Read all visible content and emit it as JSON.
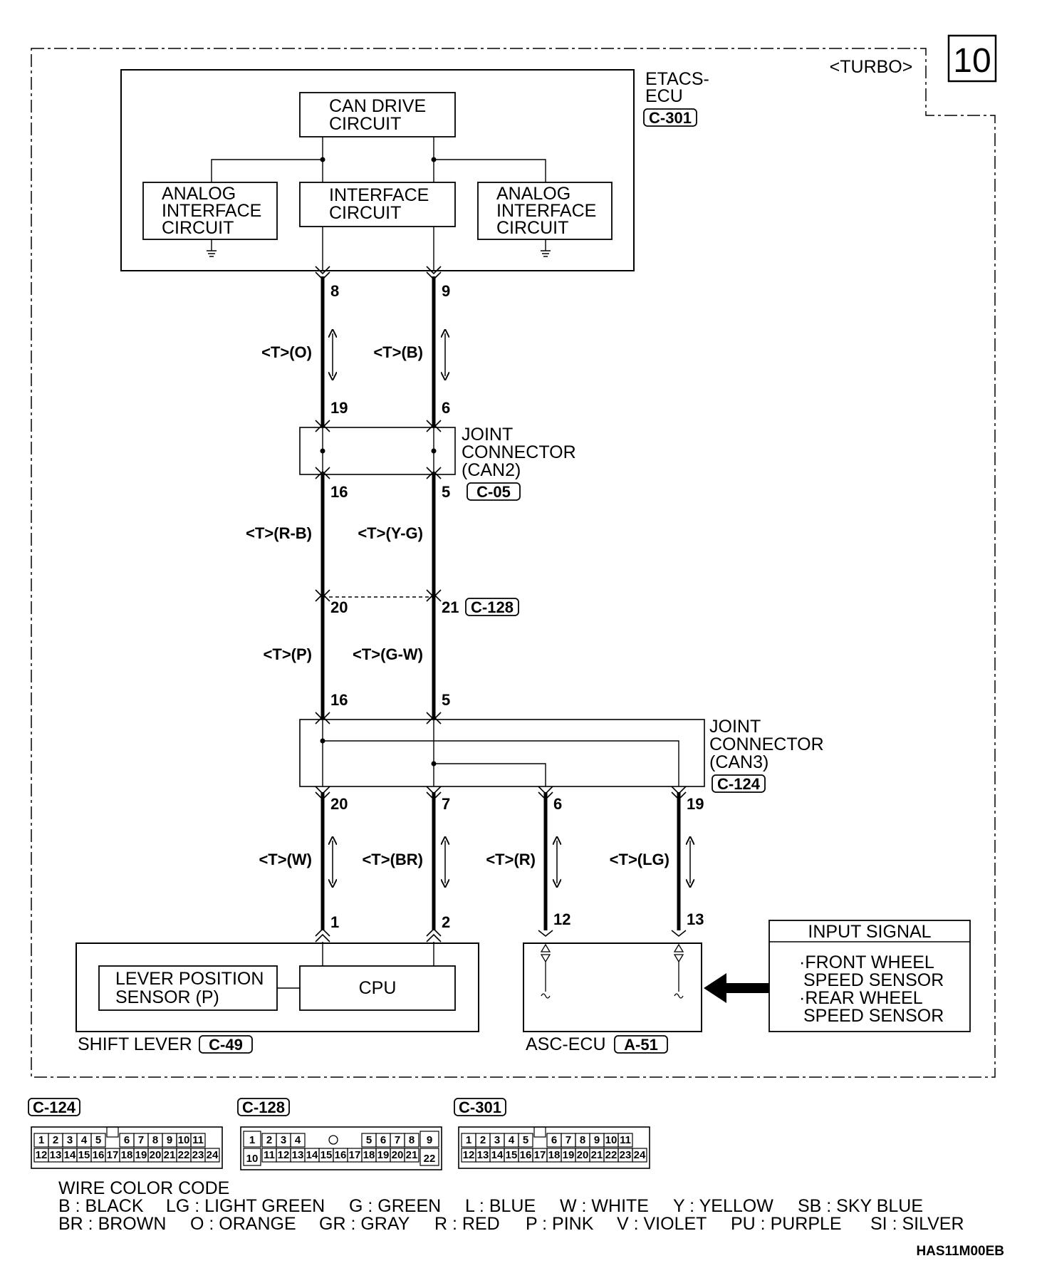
{
  "page_number": "10",
  "variant": "<TURBO>",
  "etacs": {
    "name_line1": "ETACS-",
    "name_line2": "ECU",
    "connector": "C-301",
    "can_drive": [
      "CAN DRIVE",
      "CIRCUIT"
    ],
    "interface": [
      "INTERFACE",
      "CIRCUIT"
    ],
    "analog_left": [
      "ANALOG",
      "INTERFACE",
      "CIRCUIT"
    ],
    "analog_right": [
      "ANALOG",
      "INTERFACE",
      "CIRCUIT"
    ]
  },
  "joint_can2": {
    "lines": [
      "JOINT",
      "CONNECTOR",
      "(CAN2)"
    ],
    "connector": "C-05"
  },
  "joint_can3": {
    "lines": [
      "JOINT",
      "CONNECTOR",
      "(CAN3)"
    ],
    "connector": "C-124"
  },
  "intermediate_connector": "C-128",
  "pins": {
    "etacs_left": "8",
    "etacs_right": "9",
    "can2_in_left": "19",
    "can2_in_right": "6",
    "can2_out_left": "16",
    "can2_out_right": "5",
    "c128_left": "20",
    "c128_right": "21",
    "can3_in_left": "16",
    "can3_in_right": "5",
    "can3_out_1": "20",
    "can3_out_2": "7",
    "can3_out_3": "6",
    "can3_out_4": "19",
    "shift_1": "1",
    "shift_2": "2",
    "asc_1": "12",
    "asc_2": "13"
  },
  "wire_colors": {
    "seg1_left": "<T>(O)",
    "seg1_right": "<T>(B)",
    "seg2_left": "<T>(R-B)",
    "seg2_right": "<T>(Y-G)",
    "seg3_left": "<T>(P)",
    "seg3_right": "<T>(G-W)",
    "seg4_1": "<T>(W)",
    "seg4_2": "<T>(BR)",
    "seg4_3": "<T>(R)",
    "seg4_4": "<T>(LG)"
  },
  "shift_lever": {
    "label": "SHIFT LEVER",
    "connector": "C-49",
    "sensor": [
      "LEVER POSITION",
      "SENSOR (P)"
    ],
    "cpu": "CPU"
  },
  "asc_ecu": {
    "label": "ASC-ECU",
    "connector": "A-51"
  },
  "input_signal": {
    "title": "INPUT SIGNAL",
    "lines": [
      "·FRONT WHEEL",
      "SPEED SENSOR",
      "·REAR WHEEL",
      "SPEED SENSOR"
    ]
  },
  "connector_faces": {
    "c124": {
      "name": "C-124",
      "top": [
        "1",
        "2",
        "3",
        "4",
        "5",
        "",
        "6",
        "7",
        "8",
        "9",
        "10",
        "11"
      ],
      "bottom": [
        "12",
        "13",
        "14",
        "15",
        "16",
        "17",
        "18",
        "19",
        "20",
        "21",
        "22",
        "23",
        "24"
      ]
    },
    "c128": {
      "name": "C-128",
      "top_left": [
        "2",
        "3",
        "4"
      ],
      "top_right": [
        "5",
        "6",
        "7",
        "8"
      ],
      "bottom": [
        "11",
        "12",
        "13",
        "14",
        "15",
        "16",
        "17",
        "18",
        "19",
        "20",
        "21"
      ],
      "end_left": [
        "1",
        "10"
      ],
      "end_right": [
        "9",
        "22"
      ]
    },
    "c301": {
      "name": "C-301",
      "top": [
        "1",
        "2",
        "3",
        "4",
        "5",
        "",
        "6",
        "7",
        "8",
        "9",
        "10",
        "11"
      ],
      "bottom": [
        "12",
        "13",
        "14",
        "15",
        "16",
        "17",
        "18",
        "19",
        "20",
        "21",
        "22",
        "23",
        "24"
      ]
    }
  },
  "legend": {
    "title": "WIRE COLOR CODE",
    "row1": [
      "B : BLACK",
      "LG : LIGHT GREEN",
      "G : GREEN",
      "L : BLUE",
      "W : WHITE",
      "Y : YELLOW",
      "SB : SKY BLUE"
    ],
    "row2": [
      "BR : BROWN",
      "O : ORANGE",
      "GR : GRAY",
      "R : RED",
      "P : PINK",
      "V : VIOLET",
      "PU : PURPLE",
      "SI : SILVER"
    ]
  },
  "doc_code": "HAS11M00EB"
}
